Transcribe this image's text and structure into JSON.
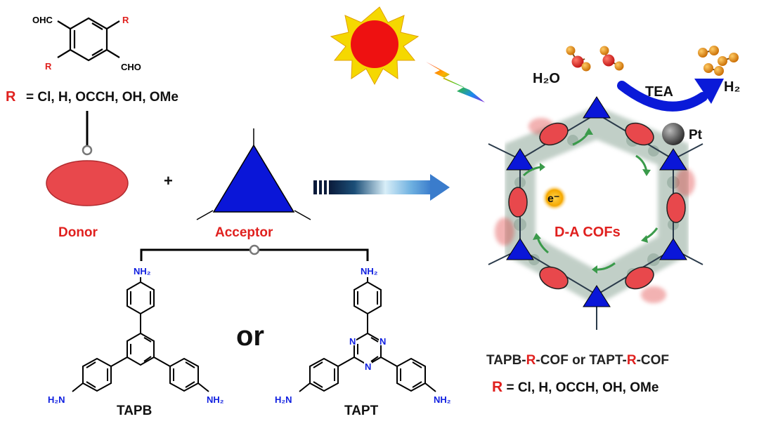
{
  "colors": {
    "donor": "#e8484c",
    "acceptor": "#0a16d8",
    "red_text": "#e0201e",
    "dark_text": "#222222",
    "amine_blue": "#1020e0",
    "sun": "#ee1111",
    "sun_rays": "#f5d800",
    "pt_particle": "#555555",
    "electron": "#f5b400"
  },
  "aldehyde": {
    "cho_left": "OHC",
    "cho_right": "CHO",
    "r_top": "R",
    "r_bottom": "R",
    "substituent_label": "R",
    "substituent_list": "= Cl, H, OCCH, OH, OMe"
  },
  "donor_label": "Donor",
  "plus_sign": "+",
  "acceptor_label": "Acceptor",
  "or_label": "or",
  "tapb": {
    "name": "TAPB",
    "nh2_top": "NH₂",
    "nh2_left": "H₂N",
    "nh2_right": "NH₂"
  },
  "tapt": {
    "name": "TAPT",
    "nh2_top": "NH₂",
    "nh2_left": "H₂N",
    "nh2_right": "NH₂",
    "n_atom": "N"
  },
  "cof": {
    "water_label": "H₂O",
    "tea_label": "TEA",
    "h2_label": "H₂",
    "pt_label": "Pt",
    "electron_label": "e⁻",
    "framework_label": "D-A COFs"
  },
  "products": {
    "part1": "TAPB-",
    "r1": "R",
    "part2": "-COF or TAPT-",
    "r2": "R",
    "part3": "-COF",
    "substituent_label": "R",
    "substituent_list": "= Cl, H, OCCH, OH, OMe"
  },
  "icons": {
    "sun": "sun-icon",
    "light": "rainbow-lightning-icon",
    "arrow": "process-arrow-icon",
    "curved_arrow": "curved-arrow-icon"
  }
}
